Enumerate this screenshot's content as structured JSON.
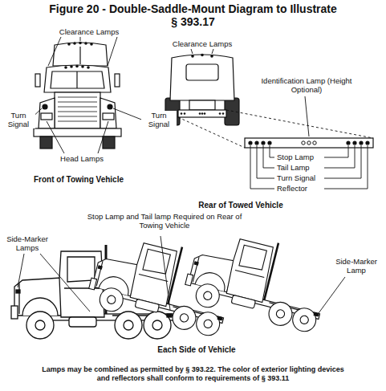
{
  "diagram": {
    "title": "Figure 20 - Double-Saddle-Mount Diagram to Illustrate § 393.17",
    "caption": "Lamps may be combined as permitted by § 393.22. The color of exterior lighting devices and reflectors shall conform to requirements of § 393.11",
    "labels": [
      "Clearance Lamps",
      "Turn Signal",
      "Turn Signal",
      "Head Lamps",
      "Front of Towing Vehicle",
      "Clearance Lamps",
      "Identification Lamp (Height Optional)",
      "Stop Lamp",
      "Tail Lamp",
      "Turn Signal",
      "Reflector",
      "Rear of Towed Vehicle",
      "Stop Lamp and Tail lamp Required on Rear of Towing Vehicle",
      "Side-Marker Lamps",
      "Side-Marker Lamp",
      "Each Side of Vehicle"
    ]
  }
}
